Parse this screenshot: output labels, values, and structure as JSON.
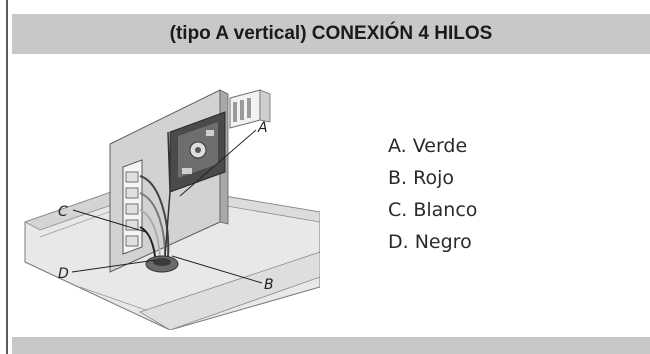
{
  "header": {
    "title": "(tipo A vertical) CONEXIÓN 4 HILOS"
  },
  "figure": {
    "callouts": {
      "a": "A",
      "b": "B",
      "c": "C",
      "d": "D"
    }
  },
  "legend": {
    "items": [
      "A. Verde",
      "B. Rojo",
      "C. Blanco",
      "D. Negro"
    ]
  }
}
